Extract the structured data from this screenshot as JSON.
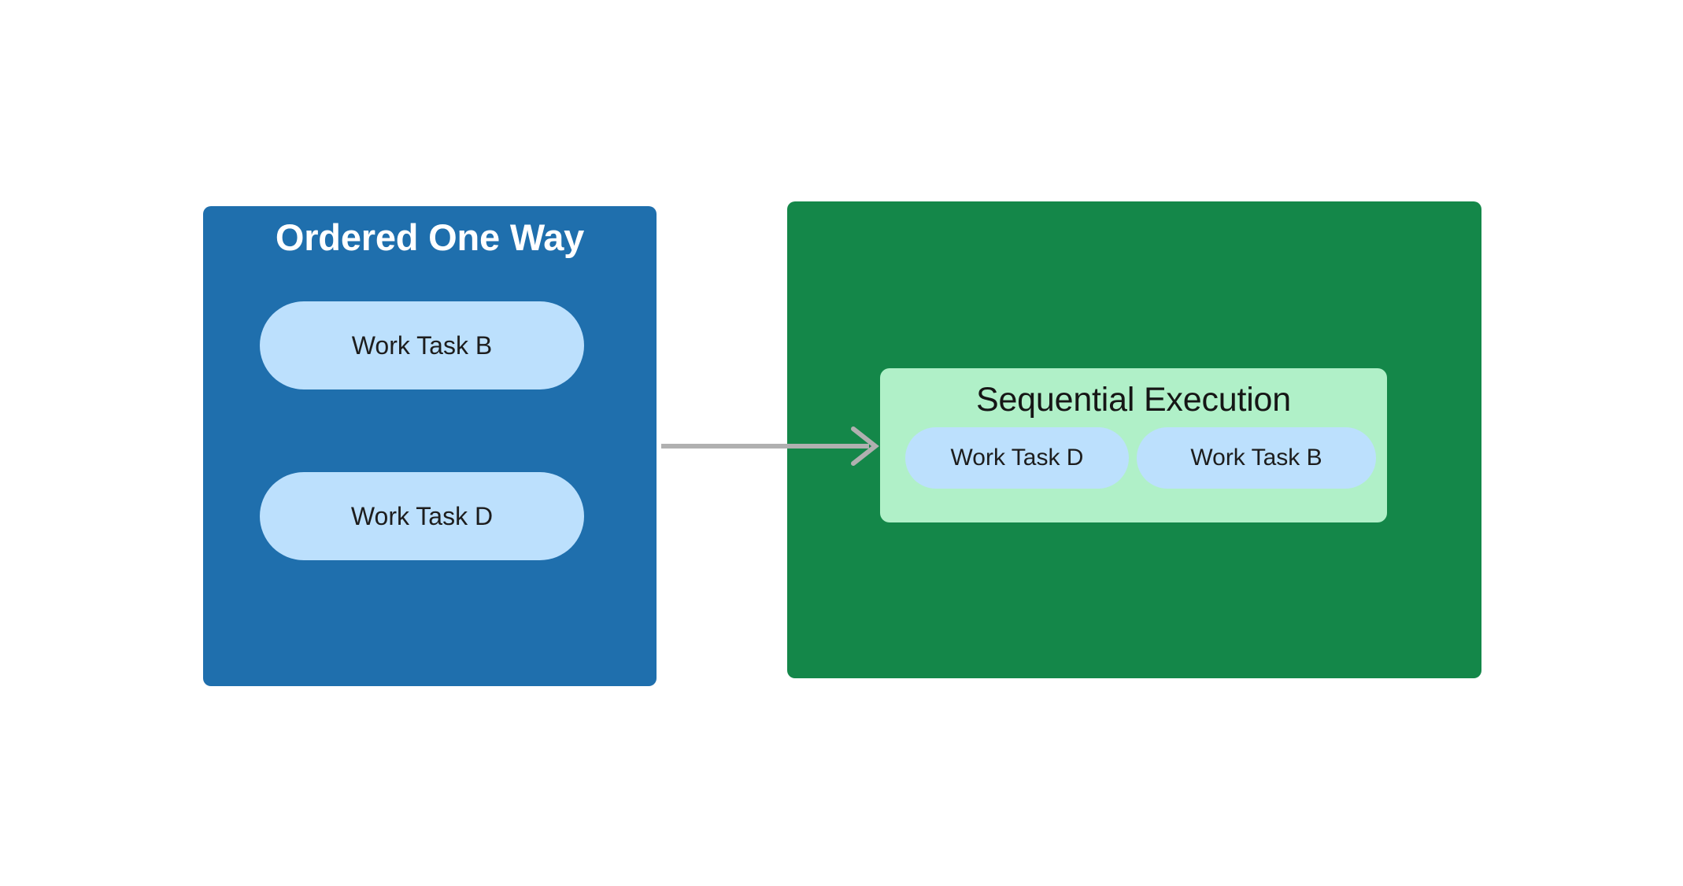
{
  "diagram": {
    "type": "flow-grouping",
    "background": "#ffffff",
    "groups": [
      {
        "id": "ordered-one-way",
        "title": "Ordered One Way",
        "fill": "#1F6FAD",
        "title_color": "#ffffff",
        "items": [
          {
            "label": "Work Task B",
            "fill": "#BCE0FD"
          },
          {
            "label": "Work Task D",
            "fill": "#BCE0FD"
          }
        ]
      },
      {
        "id": "sequential-execution-group",
        "title": "",
        "fill": "#148749",
        "inner": {
          "id": "sequential-execution",
          "title": "Sequential Execution",
          "fill": "#B0F0C8",
          "title_color": "#161616",
          "items": [
            {
              "label": "Work Task D",
              "fill": "#BCE0FD"
            },
            {
              "label": "Work Task B",
              "fill": "#BCE0FD"
            }
          ]
        }
      }
    ],
    "connector": {
      "id": "left-to-right-arrow",
      "kind": "arrow",
      "color": "#B0B0B0",
      "direction": "right",
      "label": ""
    }
  }
}
